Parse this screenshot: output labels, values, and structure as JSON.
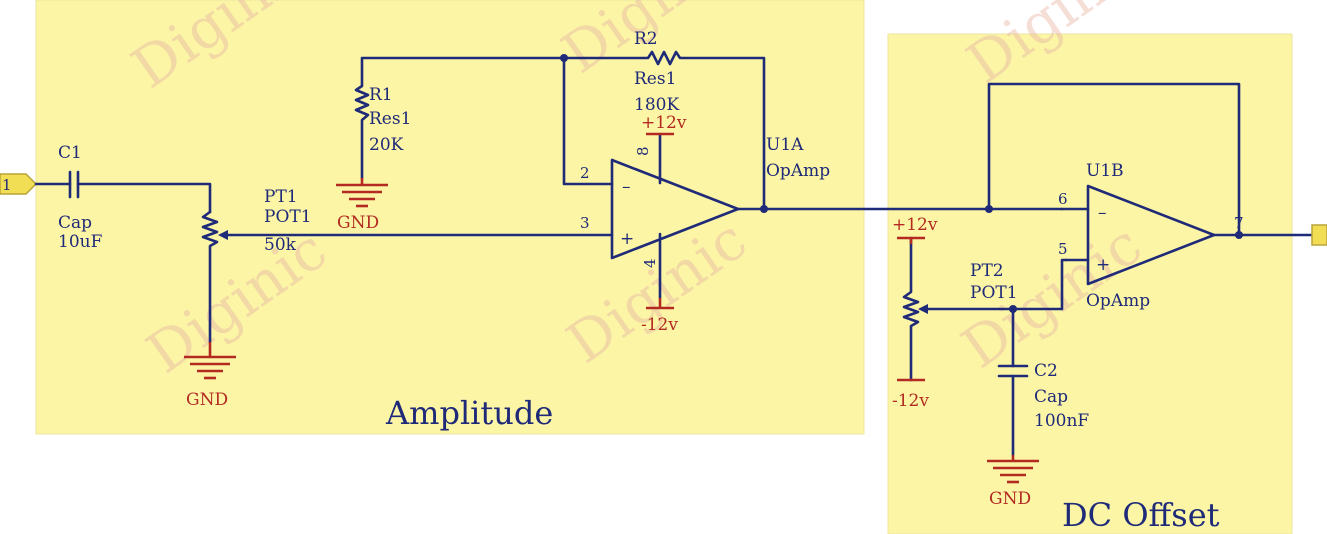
{
  "watermark": "Diginic",
  "amplitude": {
    "title": "Amplitude",
    "c1": {
      "ref": "C1",
      "type": "Cap",
      "value": "10uF"
    },
    "pt1": {
      "ref": "PT1",
      "type": "POT1",
      "value": "50k"
    },
    "r1": {
      "ref": "R1",
      "type": "Res1",
      "value": "20K"
    },
    "r2": {
      "ref": "R2",
      "type": "Res1",
      "value": "180K"
    },
    "u1a": {
      "ref": "U1A",
      "type": "OpAmp",
      "pins": {
        "inv": "2",
        "noninv": "3",
        "vplus": "8",
        "vminus": "4"
      }
    },
    "vplus": "+12v",
    "vminus": "-12v",
    "gnd1": "GND",
    "gnd2": "GND"
  },
  "dc_offset": {
    "title": "DC Offset",
    "u1b": {
      "ref": "U1B",
      "type": "OpAmp",
      "pins": {
        "inv": "6",
        "noninv": "5",
        "out": "7"
      }
    },
    "pt2": {
      "ref": "PT2",
      "type": "POT1"
    },
    "c2": {
      "ref": "C2",
      "type": "Cap",
      "value": "100nF"
    },
    "vplus": "+12v",
    "vminus": "-12v",
    "gnd": "GND"
  },
  "colors": {
    "panel": "#fbf5a5",
    "wire": "#1f2a78",
    "power": "#b32a22",
    "port": "#f2de55"
  }
}
